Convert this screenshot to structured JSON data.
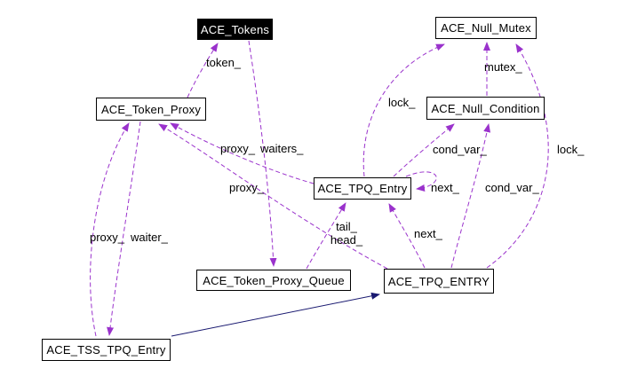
{
  "diagram": {
    "type": "collaboration-diagram",
    "background_color": "#ffffff",
    "edge_color": "#9a32cc",
    "inheritance_edge_color": "#191970",
    "nodes": [
      {
        "id": "ace-tokens",
        "label": "ACE_Tokens",
        "fill": "#000000",
        "text_color": "#ffffff"
      },
      {
        "id": "ace-null-mutex",
        "label": "ACE_Null_Mutex",
        "fill": "#ffffff",
        "text_color": "#000000"
      },
      {
        "id": "ace-token-proxy",
        "label": "ACE_Token_Proxy",
        "fill": "#ffffff",
        "text_color": "#000000"
      },
      {
        "id": "ace-null-condition",
        "label": "ACE_Null_Condition",
        "fill": "#ffffff",
        "text_color": "#000000"
      },
      {
        "id": "ace-tpq-entry",
        "label": "ACE_TPQ_Entry",
        "fill": "#ffffff",
        "text_color": "#000000"
      },
      {
        "id": "ace-token-proxy-queue",
        "label": "ACE_Token_Proxy_Queue",
        "fill": "#ffffff",
        "text_color": "#000000"
      },
      {
        "id": "ace-tpq-entry-caps",
        "label": "ACE_TPQ_ENTRY",
        "fill": "#ffffff",
        "text_color": "#000000"
      },
      {
        "id": "ace-tss-tpq-entry",
        "label": "ACE_TSS_TPQ_Entry",
        "fill": "#ffffff",
        "text_color": "#000000"
      }
    ],
    "edges": [
      {
        "label": "token_",
        "from": "ACE_Token_Proxy",
        "to": "ACE_Tokens",
        "style": "dashed"
      },
      {
        "label": "waiters_",
        "from": "ACE_Tokens",
        "to": "ACE_Token_Proxy_Queue",
        "style": "dashed"
      },
      {
        "label": "proxy_",
        "from": "ACE_TPQ_Entry",
        "to": "ACE_Token_Proxy",
        "style": "dashed"
      },
      {
        "label": "proxy_",
        "from": "ACE_TPQ_ENTRY",
        "to": "ACE_Token_Proxy",
        "style": "dashed"
      },
      {
        "label": "proxy_",
        "from": "ACE_TSS_TPQ_Entry",
        "to": "ACE_Token_Proxy",
        "style": "dashed"
      },
      {
        "label": "waiter_",
        "from": "ACE_Token_Proxy",
        "to": "ACE_TSS_TPQ_Entry",
        "style": "dashed"
      },
      {
        "label": "tail_\nhead_",
        "from": "ACE_Token_Proxy_Queue",
        "to": "ACE_TPQ_Entry",
        "style": "dashed"
      },
      {
        "label": "next_",
        "from": "ACE_TPQ_Entry",
        "to": "ACE_TPQ_Entry",
        "style": "dashed"
      },
      {
        "label": "next_",
        "from": "ACE_TPQ_ENTRY",
        "to": "ACE_TPQ_Entry",
        "style": "dashed"
      },
      {
        "label": "cond_var_",
        "from": "ACE_TPQ_Entry",
        "to": "ACE_Null_Condition",
        "style": "dashed"
      },
      {
        "label": "cond_var_",
        "from": "ACE_TPQ_ENTRY",
        "to": "ACE_Null_Condition",
        "style": "dashed"
      },
      {
        "label": "lock_",
        "from": "ACE_TPQ_Entry",
        "to": "ACE_Null_Mutex",
        "style": "dashed"
      },
      {
        "label": "lock_",
        "from": "ACE_TPQ_ENTRY",
        "to": "ACE_Null_Mutex",
        "style": "dashed"
      },
      {
        "label": "mutex_",
        "from": "ACE_Null_Condition",
        "to": "ACE_Null_Mutex",
        "style": "dashed"
      },
      {
        "label": "",
        "from": "ACE_TSS_TPQ_Entry",
        "to": "ACE_TPQ_ENTRY",
        "style": "solid-inheritance"
      }
    ]
  }
}
